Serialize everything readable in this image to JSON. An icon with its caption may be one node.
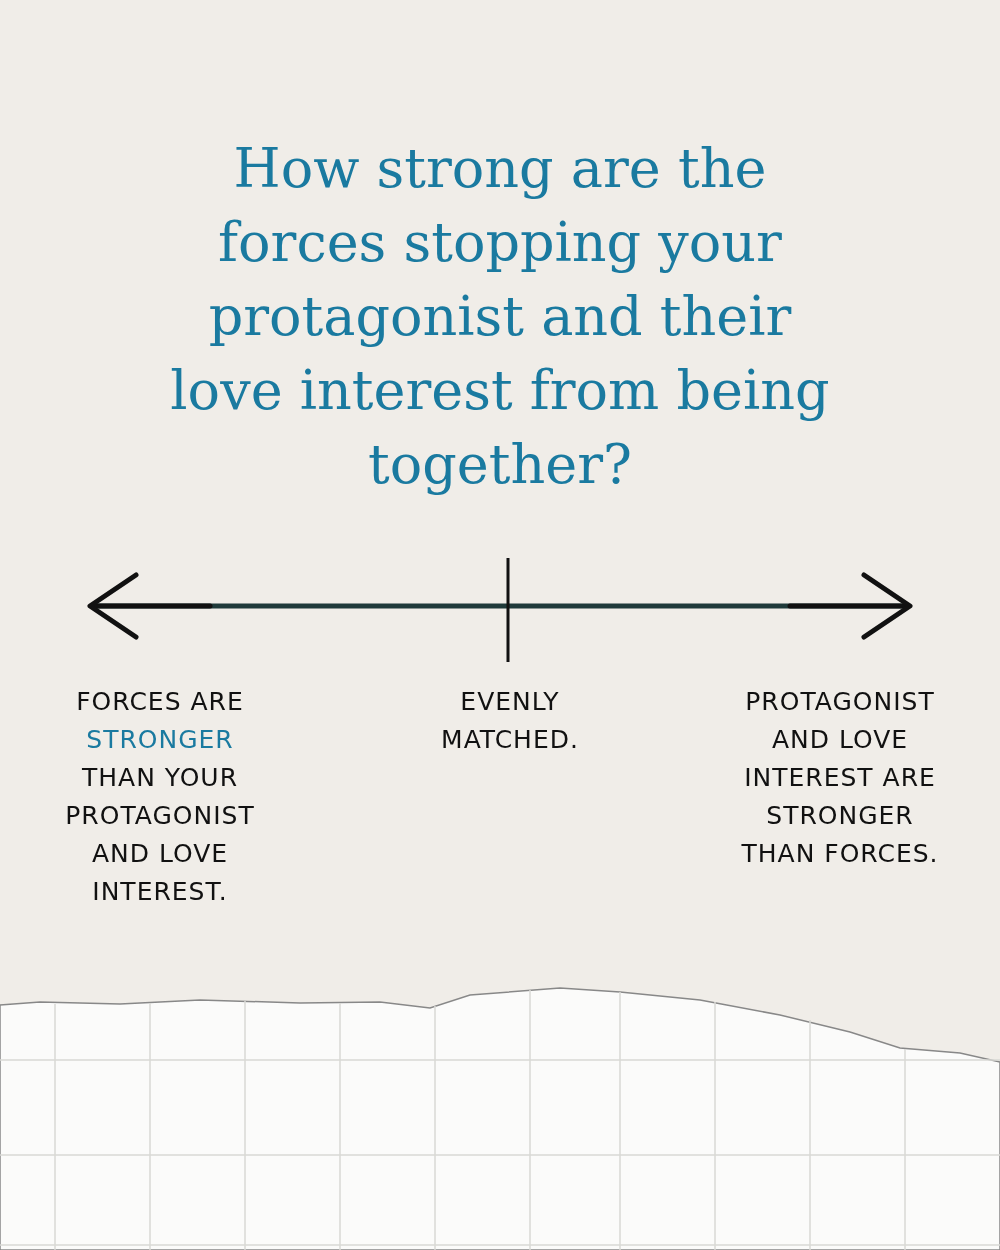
{
  "diagram": {
    "title": "How strong are the forces stopping your protagonist and their love interest from being together?",
    "labels": [
      "FORCES ARE **STRONGER** THAN YOUR PROTAGONIST AND LOVE INTEREST.",
      "EVENLY MATCHED.",
      "PROTAGONIST AND LOVE INTEREST ARE STRONGER THAN FORCES."
    ]
  }
}
